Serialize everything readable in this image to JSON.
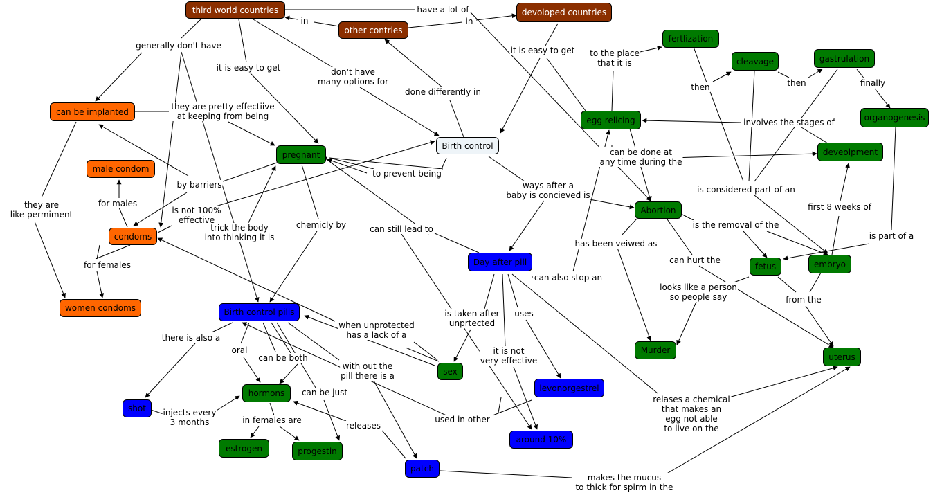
{
  "colors": {
    "brown": "#8B2F00",
    "orange": "#FF6600",
    "green": "#007A00",
    "blue": "#0000FF",
    "center": "#EEF4F8"
  },
  "nodes": {
    "third_world": "third world countries",
    "other_countries": "other contries",
    "developed": "devoloped countries",
    "can_be_implanted": "can be implanted",
    "male_condom": "male condom",
    "condoms": "condoms",
    "women_condoms": "women condoms",
    "pregnant": "pregnant",
    "birth_control": "Birth control",
    "birth_control_pills": "Birth control pills",
    "shot": "shot",
    "hormons": "hormons",
    "estrogen": "estrogen",
    "progestin": "progestin",
    "patch": "patch",
    "day_after_pill": "Day after pill",
    "sex": "sex",
    "levonorgestrel": "levonorgestrel",
    "around_10": "around 10%",
    "egg_relicing": "egg relicing",
    "fertilization": "fertlization",
    "cleavage": "cleavage",
    "gastrulation": "gastrulation",
    "organogenesis": "organogenesis",
    "development": "deveolpment",
    "abortion": "Abortion",
    "fetus": "fetus",
    "embryo": "embryo",
    "murder": "Murder",
    "uterus": "uterus"
  },
  "links": {
    "have_a_lot_of": "have a lot of",
    "in_1": "in",
    "in_2": "in",
    "generally_dont_have": "generally don't have",
    "it_is_easy_to_get_1": "it is easy to get",
    "dont_have_many_options": "don't have\nmany options for",
    "it_is_easy_to_get_2": "it is easy to get",
    "to_the_place": "to the place\nthat it is",
    "then_1": "then",
    "then_2": "then",
    "finally": "finally",
    "involves_stages": "involves the stages of",
    "done_differently_in": "done differently in",
    "pretty_effective": "they are pretty effectiive\nat keeping from being",
    "can_be_done_at": "can be done at\nany time during the",
    "to_prevent_being": "to prevent being",
    "by_barriers": "by barriers",
    "they_are_like_permanent": "they are\nlike permiment",
    "for_males": "for males",
    "is_not_100": "is not 100%\neffective",
    "trick_the_body": "trick the body\ninto thinking it is",
    "chemicly_by": "chemicly by",
    "can_still_lead_to": "can still lead to",
    "ways_after_baby": "ways after a\nbaby is concieved is",
    "is_considered_part": "is considered part of an",
    "first_8_weeks": "first 8 weeks of",
    "is_part_of_a": "is part of a",
    "has_been_viewed": "has been veiwed as",
    "is_the_removal": "is the removal of the",
    "can_hurt_the": "can hurt the",
    "for_females": "for females",
    "can_also_stop": "can also stop an",
    "looks_like_person": "looks like a person\nso people say",
    "from_the": "from the",
    "when_unprotected": "when unprotected\nhas a lack of a",
    "is_taken_after": "is taken after\nunprtected",
    "uses": "uses",
    "there_is_also": "there is also a",
    "oral": "oral",
    "can_be_both": "can be both",
    "without_the_pill": "with out the\npill there is a",
    "it_is_not_effective": "it is not\nvery effective",
    "can_be_just": "can be just",
    "relases_chemical": "relases a chemical\nthat makes an\negg not able\nto live on the",
    "injects_every": "injects every\n3 months",
    "in_females_are": "in females are",
    "used_in_other": "used in other",
    "releases": "releases",
    "makes_the_mucus": "makes the mucus\nto thick for spirm in the"
  }
}
